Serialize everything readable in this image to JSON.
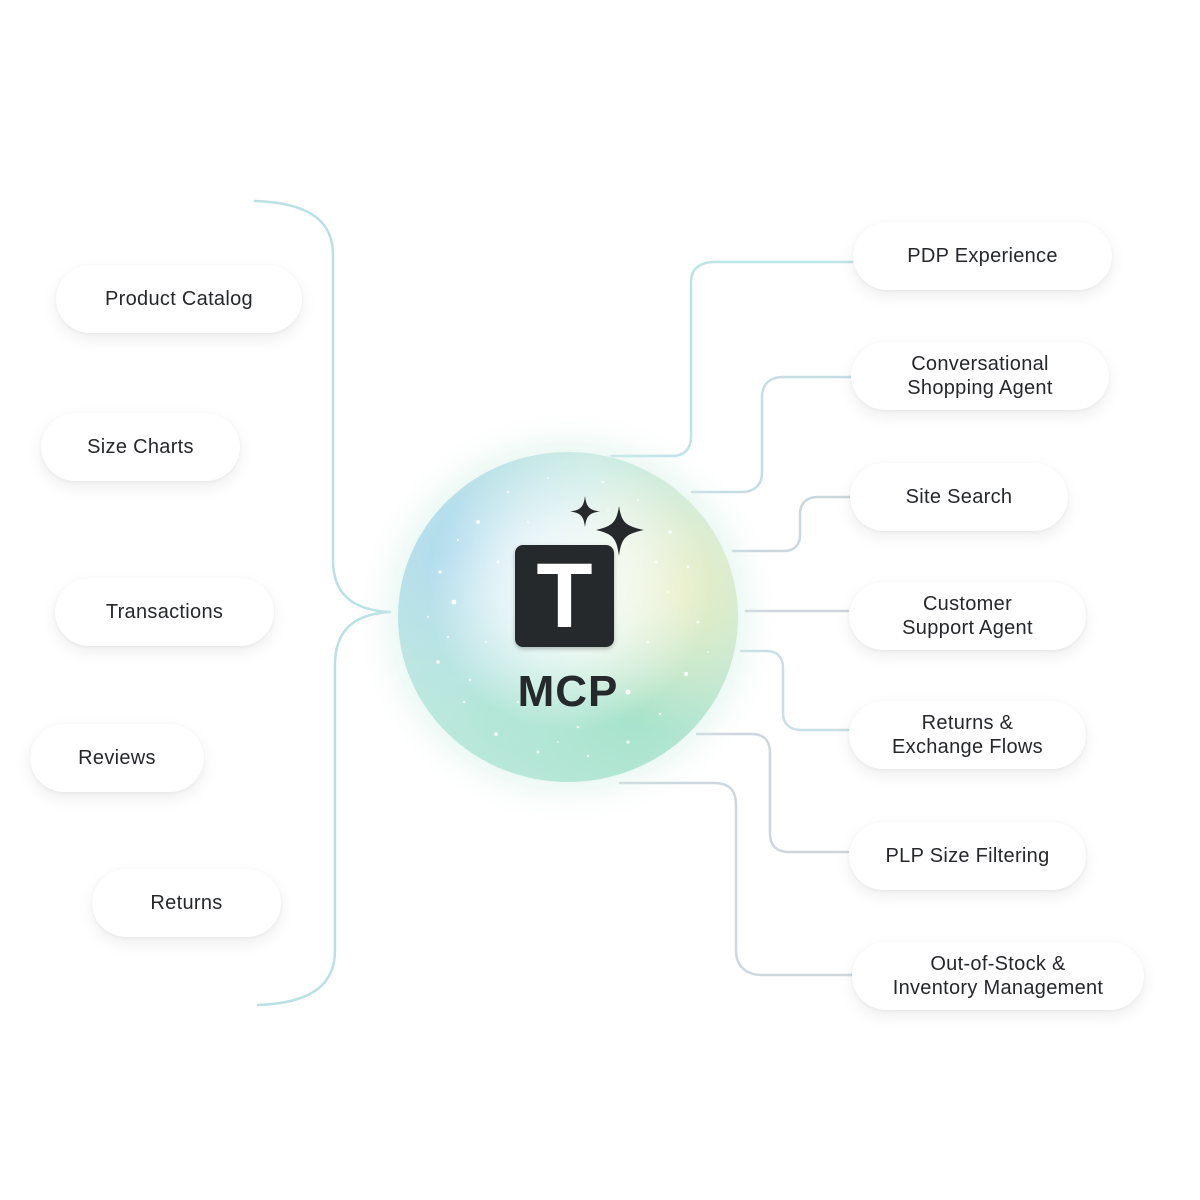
{
  "center": {
    "logo_letter": "T",
    "label": "MCP"
  },
  "inputs": [
    "Product Catalog",
    "Size Charts",
    "Transactions",
    "Reviews",
    "Returns"
  ],
  "outputs": [
    "PDP Experience",
    "Conversational\nShopping Agent",
    "Site Search",
    "Customer\nSupport Agent",
    "Returns &\nExchange Flows",
    "PLP Size Filtering",
    "Out-of-Stock &\nInventory Management"
  ],
  "colors": {
    "connector_teal": "#b7e2e6",
    "connector_gray": "#d3d6de",
    "text": "#25272b",
    "badge": "#25292c"
  },
  "icons": [
    "sparkle-icon",
    "t-logo-icon"
  ]
}
